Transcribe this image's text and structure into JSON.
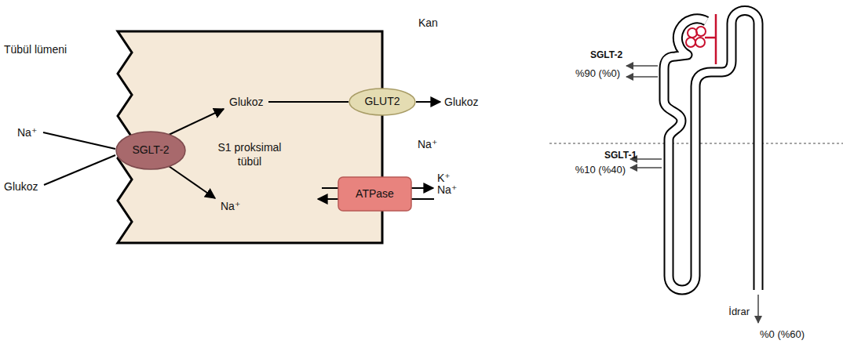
{
  "diagram": {
    "nodes": [
      {
        "text": [
          "S1 proksimal tübül"
        ]
      },
      {
        "text": [
          "SGLT-2"
        ],
        "in": 0
      },
      {
        "text": [
          "GLUT2"
        ],
        "in": 0
      },
      {
        "text": [
          "ATPase"
        ],
        "in": 0
      }
    ],
    "labels": [
      "Tübül lümeni",
      "Kan",
      "Na⁺",
      "Glukoz",
      "Glukoz",
      "Na⁺",
      "Glukoz",
      "K⁺",
      "Na⁺",
      "Na⁺",
      "SGLT-2",
      "%90 (%0)",
      "SGLT-1",
      "%10 (%40)",
      "İdrar",
      "%0 (%60)"
    ]
  }
}
